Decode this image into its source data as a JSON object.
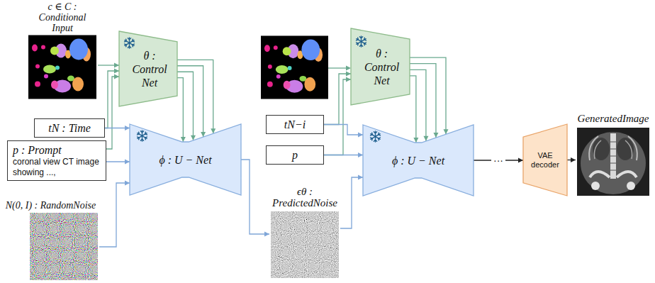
{
  "diagram": {
    "nodes": [
      {
        "text": [
          "c ∈ C : Conditional Input"
        ]
      },
      {
        "text": [
          "θ : Control Net"
        ]
      },
      {
        "text": [
          "tN : Time"
        ]
      },
      {
        "text": [
          "p : Prompt",
          "coronal view CT image showing ...,"
        ]
      },
      {
        "text": [
          "N(0, I) : RandomNoise"
        ]
      },
      {
        "text": [
          "ϕ : U − Net"
        ]
      },
      {
        "text": [
          "θ : Control Net"
        ]
      },
      {
        "text": [
          "tN−i"
        ]
      },
      {
        "text": [
          "p"
        ]
      },
      {
        "text": [
          "ϵθ : PredictedNoise"
        ]
      },
      {
        "text": [
          "ϕ : U − Net"
        ]
      },
      {
        "text": [
          "VAE decoder"
        ]
      },
      {
        "text": [
          "GeneratedImage"
        ]
      }
    ],
    "edges": [
      {
        "from": 0,
        "to": 1,
        "arrow": "to"
      },
      {
        "from": 2,
        "to": 1,
        "arrow": "to"
      },
      {
        "from": 3,
        "to": 1,
        "arrow": "to"
      },
      {
        "from": 2,
        "to": 5,
        "arrow": "to"
      },
      {
        "from": 3,
        "to": 5,
        "arrow": "to"
      },
      {
        "from": 4,
        "to": 5,
        "arrow": "to"
      },
      {
        "from": 1,
        "to": 5,
        "arrow": "to"
      },
      {
        "from": 5,
        "to": 9,
        "arrow": "to"
      },
      {
        "from": 7,
        "to": 6,
        "arrow": "to"
      },
      {
        "from": 8,
        "to": 6,
        "arrow": "to"
      },
      {
        "from": 7,
        "to": 10,
        "arrow": "to"
      },
      {
        "from": 8,
        "to": 10,
        "arrow": "to"
      },
      {
        "from": 9,
        "to": 10,
        "arrow": "to"
      },
      {
        "from": 6,
        "to": 10,
        "arrow": "to"
      },
      {
        "from": 10,
        "to": 11,
        "label": "···",
        "arrow": "to"
      },
      {
        "from": 11,
        "to": 12,
        "arrow": "to"
      }
    ]
  }
}
